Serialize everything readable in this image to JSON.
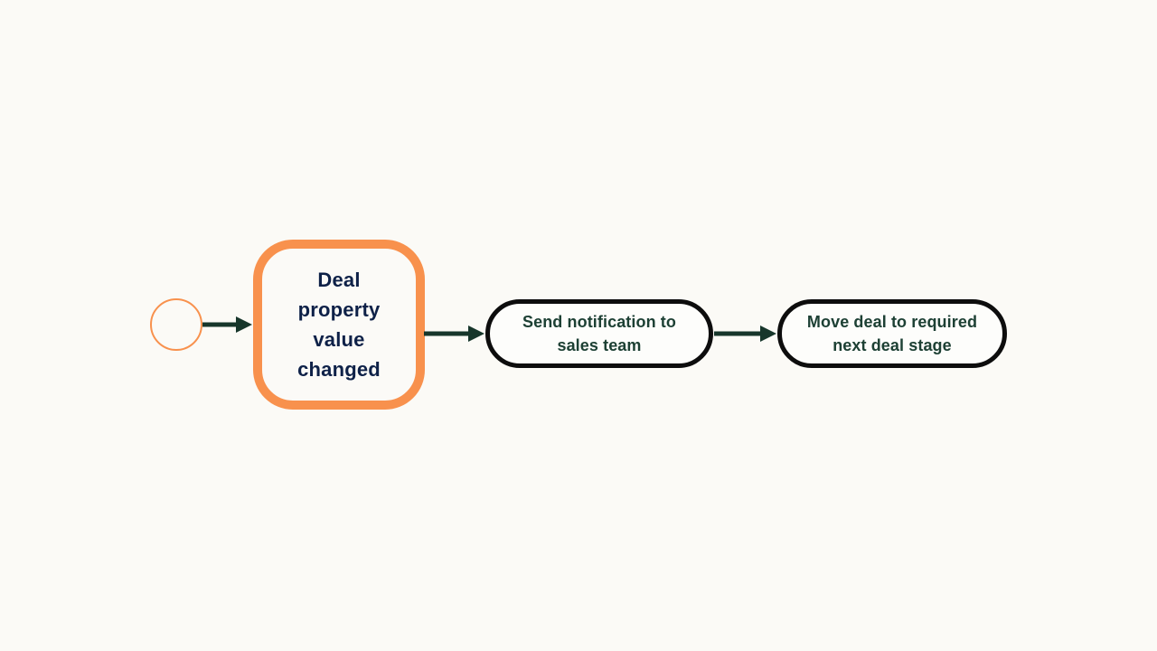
{
  "diagram": {
    "background": "#FBFAF6",
    "colors": {
      "accent_orange": "#F8914D",
      "trigger_text_navy": "#0E2148",
      "action_text_green": "#1D4034",
      "arrow_dark_green": "#17362B",
      "action_border_black": "#0D0D0D",
      "node_fill": "#FDFDFB"
    },
    "nodes": {
      "trigger": {
        "label": "Deal property value changed",
        "lines": [
          "Deal",
          "property",
          "value",
          "changed"
        ]
      },
      "action_notify": {
        "label": "Send notification to sales team",
        "lines": [
          "Send notification to",
          "sales team"
        ]
      },
      "action_move": {
        "label": "Move deal to required next deal stage",
        "lines": [
          "Move deal to required",
          "next deal stage"
        ]
      }
    }
  }
}
